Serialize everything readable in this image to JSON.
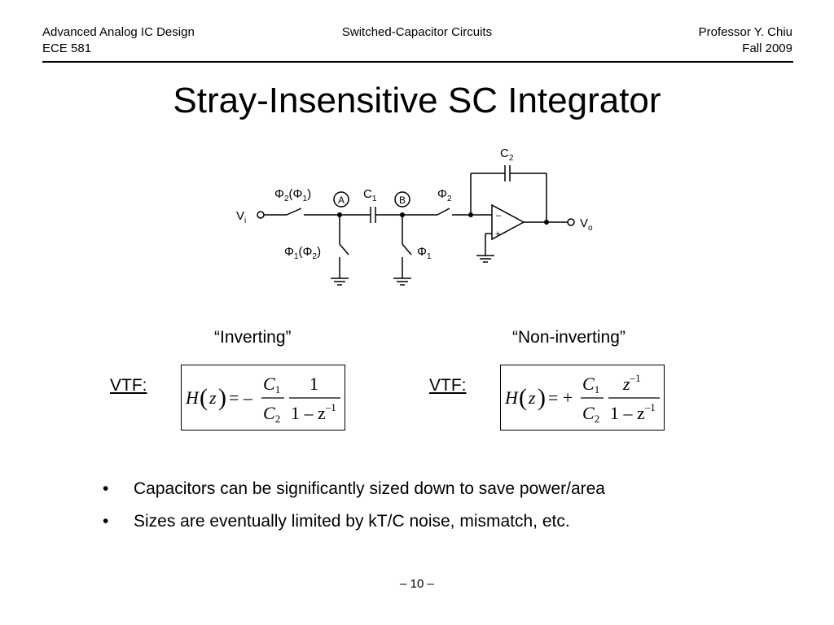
{
  "header": {
    "left_line1": "Advanced Analog IC Design",
    "left_line2": "ECE 581",
    "center": "Switched-Capacitor Circuits",
    "right_line1": "Professor Y. Chiu",
    "right_line2": "Fall 2009"
  },
  "title": "Stray-Insensitive SC Integrator",
  "circuit": {
    "vi_main": "V",
    "vi_sub": "i",
    "vo_main": "V",
    "vo_sub": "o",
    "c2_main": "C",
    "c2_sub": "2",
    "c1_main": "C",
    "c1_sub": "1",
    "phi": "Φ",
    "sw_top_left_a": "2",
    "sw_top_left_b": "1",
    "sw_bot_left_a": "1",
    "sw_bot_left_b": "2",
    "sw_top_right": "2",
    "sw_bot_right": "1",
    "node_a": "A",
    "node_b": "B",
    "op_minus": "–",
    "op_plus": "+"
  },
  "inverting": {
    "caption": "“Inverting”",
    "vtf_label": "VTF:",
    "lhs": "H",
    "var": "z",
    "sign": "= –",
    "num_c": "C",
    "num_c_sub": "1",
    "den_c": "C",
    "den_c_sub": "2",
    "num2": "1",
    "den2": "1 – z",
    "den2_exp": "–1"
  },
  "noninverting": {
    "caption": "“Non-inverting”",
    "vtf_label": "VTF:",
    "lhs": "H",
    "var": "z",
    "sign": "= +",
    "num_c": "C",
    "num_c_sub": "1",
    "den_c": "C",
    "den_c_sub": "2",
    "num2": "z",
    "num2_exp": "–1",
    "den2": "1 – z",
    "den2_exp": "–1"
  },
  "bullets": [
    {
      "mark": "•",
      "text": "Capacitors can be significantly sized down to save power/area"
    },
    {
      "mark": "•",
      "text": "Sizes are eventually limited by kT/C noise, mismatch, etc."
    }
  ],
  "page_number": "– 10 –"
}
